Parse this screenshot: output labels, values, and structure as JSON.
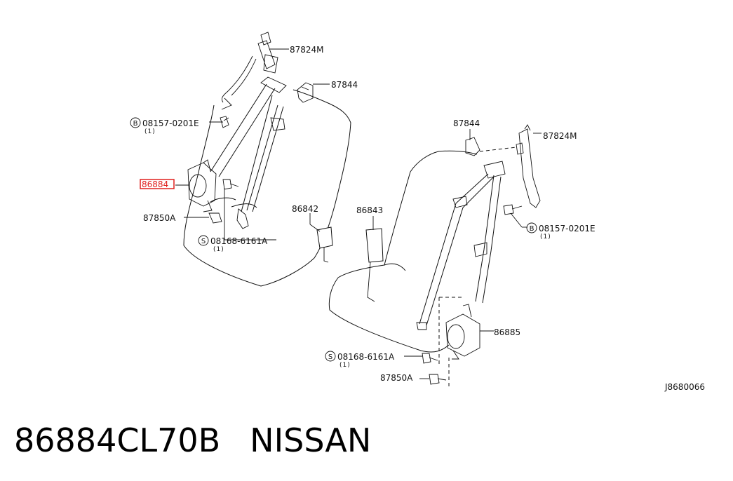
{
  "diagram": {
    "ref_code": "J8680066",
    "highlight_color": "#e0201e",
    "left_assembly": {
      "retractor": "86884",
      "upper_anchor": "87824M",
      "guide": "87844",
      "bolt_1": "08157-0201E",
      "bolt_1_prefix": "B",
      "bolt_1_qty": "(1)",
      "bolt_2": "08168-6161A",
      "bolt_2_prefix": "S",
      "bolt_2_qty": "(1)",
      "bolt_3": "87850A",
      "buckle": "86842"
    },
    "right_assembly": {
      "retractor": "86885",
      "upper_anchor": "87824M",
      "guide": "87844",
      "bolt_1": "08157-0201E",
      "bolt_1_prefix": "B",
      "bolt_1_qty": "(1)",
      "bolt_2": "08168-6161A",
      "bolt_2_prefix": "S",
      "bolt_2_qty": "(1)",
      "bolt_3": "87850A",
      "buckle": "86843"
    }
  },
  "footer": {
    "part_number": "86884CL70B",
    "brand": "NISSAN"
  }
}
